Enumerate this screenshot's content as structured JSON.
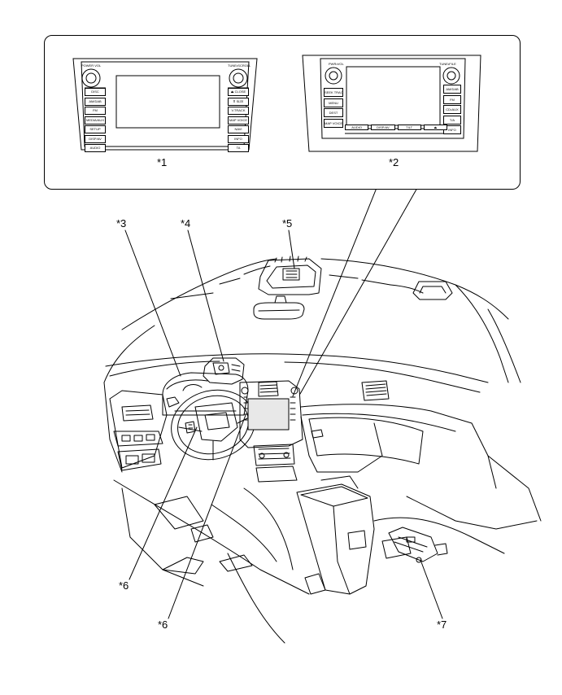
{
  "callouts": {
    "c1": "*1",
    "c2": "*2",
    "c3": "*3",
    "c4": "*4",
    "c5": "*5",
    "c6a": "*6",
    "c6b": "*6",
    "c7": "*7"
  },
  "unit1": {
    "knob_left_label": "POWER VOL",
    "knob_right_label": "TUNE•SCROLL",
    "left_buttons": [
      "DISC",
      "AM/DAB",
      "FM",
      "MEDIA/AUX",
      "SETUP",
      "DISP/AV",
      "AUDIO"
    ],
    "right_buttons": [
      "⏏ CLOSE",
      "⊼ SIZE",
      "V.TRACK",
      "MAP VOICE",
      "NAVI",
      "INFO",
      "TA"
    ]
  },
  "unit2": {
    "knob_left_label": "PWR•VOL",
    "knob_right_label": "TUNE•FILE",
    "left_buttons": [
      "SEEK TRACK",
      "MENU",
      "DEST",
      "MAP VOICE"
    ],
    "right_buttons": [
      "AM/DAB",
      "FM",
      "CD•AUX",
      "T/A",
      "INFO"
    ],
    "bottom_buttons": [
      "AUDIO",
      "DISP/AV",
      "TILT",
      "⏏"
    ]
  }
}
